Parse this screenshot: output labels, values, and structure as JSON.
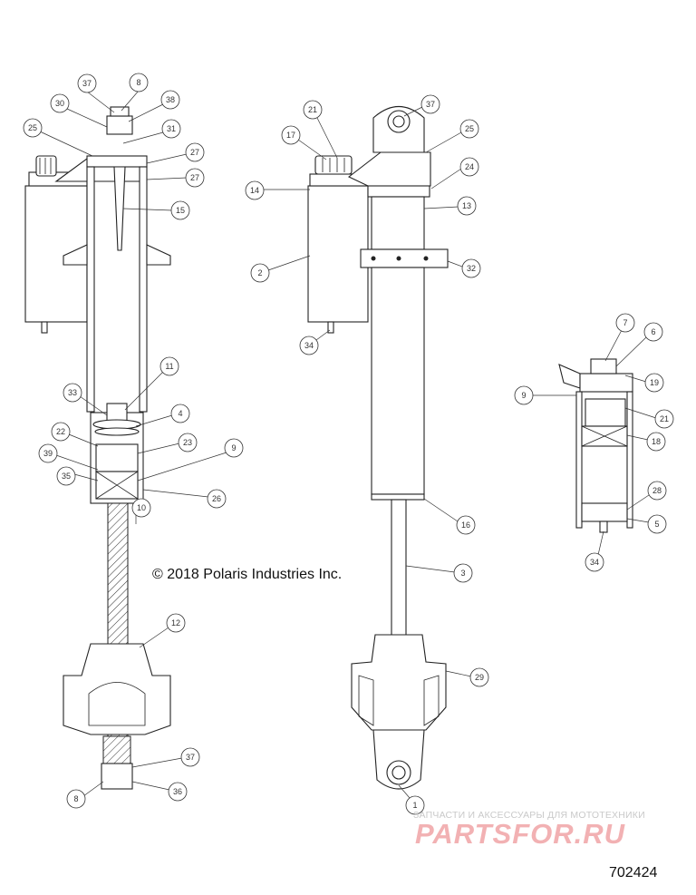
{
  "copyright": "© 2018 Polaris Industries Inc.",
  "diagram_id": "702424",
  "watermark": {
    "tagline": "ЗАПЧАСТИ И АКСЕССУАРЫ ДЛЯ МОТОТЕХНИКИ",
    "logo": "PARTSFOR.RU"
  },
  "callouts": {
    "c37a": "37",
    "c8a": "8",
    "c30": "30",
    "c38": "38",
    "c25a": "25",
    "c31": "31",
    "c27a": "27",
    "c27b": "27",
    "c15": "15",
    "c11": "11",
    "c33": "33",
    "c4": "4",
    "c22": "22",
    "c23": "23",
    "c39": "39",
    "c9a": "9",
    "c35": "35",
    "c26": "26",
    "c10": "10",
    "c12": "12",
    "c37b": "37",
    "c8b": "8",
    "c36": "36",
    "c21a": "21",
    "c37c": "37",
    "c17": "17",
    "c25b": "25",
    "c24": "24",
    "c14": "14",
    "c13": "13",
    "c2": "2",
    "c32": "32",
    "c34a": "34",
    "c16": "16",
    "c3": "3",
    "c29": "29",
    "c1": "1",
    "c7": "7",
    "c6": "6",
    "c19": "19",
    "c9b": "9",
    "c21b": "21",
    "c18": "18",
    "c28": "28",
    "c5": "5",
    "c34b": "34"
  }
}
